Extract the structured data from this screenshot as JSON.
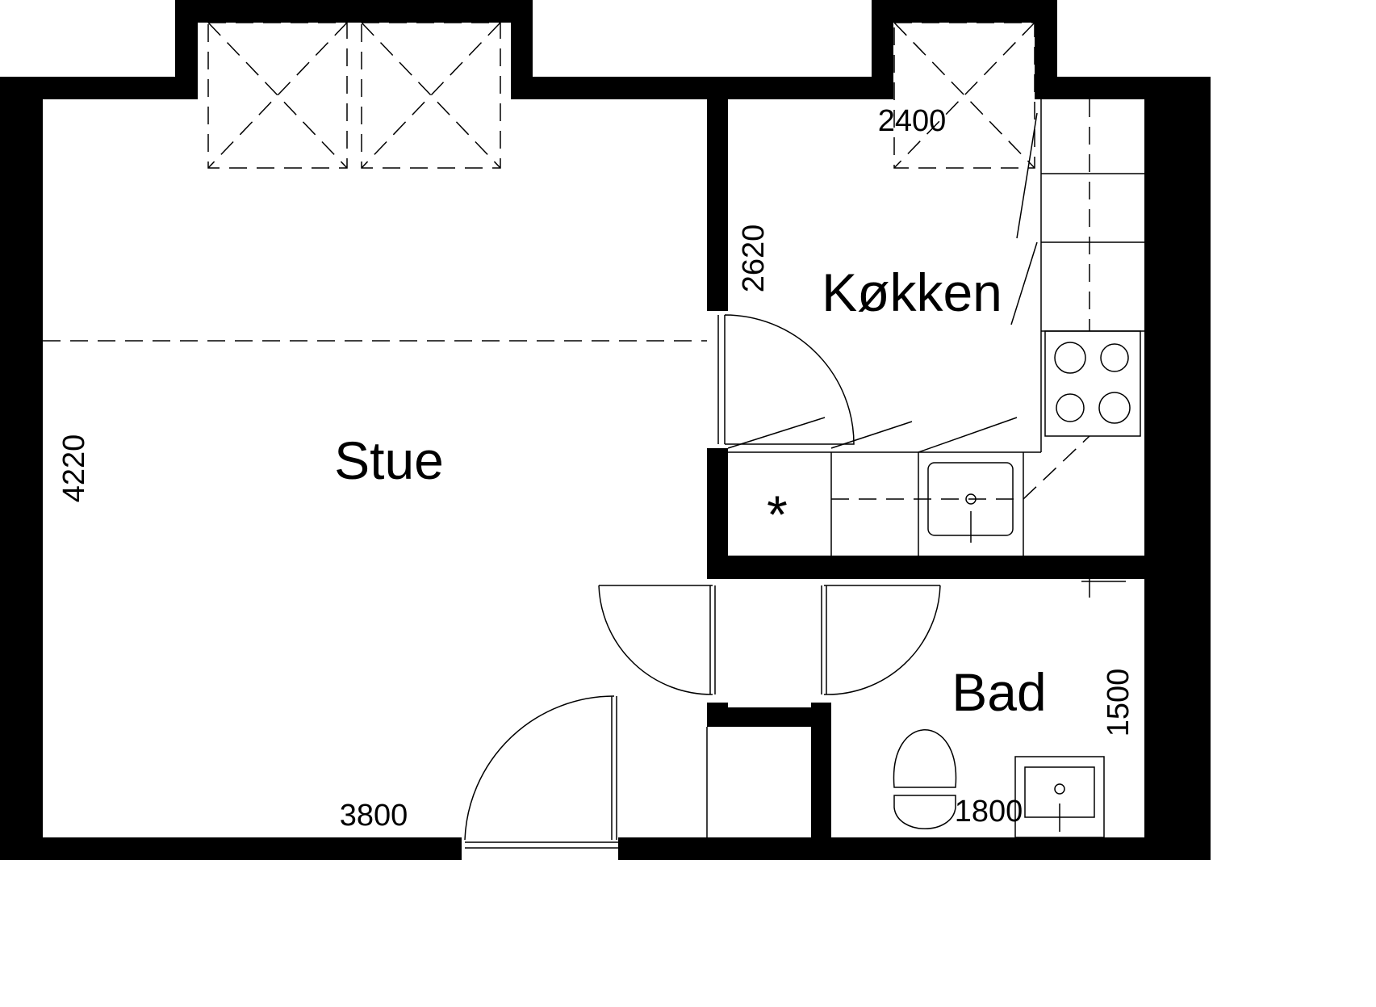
{
  "rooms": {
    "living": "Stue",
    "kitchen": "Køkken",
    "bath": "Bad",
    "marker": "*"
  },
  "dimensions": {
    "living_height": "4220",
    "living_width": "3800",
    "kitchen_height": "2620",
    "kitchen_width": "2400",
    "bath_height": "1500",
    "bath_width": "1800"
  }
}
